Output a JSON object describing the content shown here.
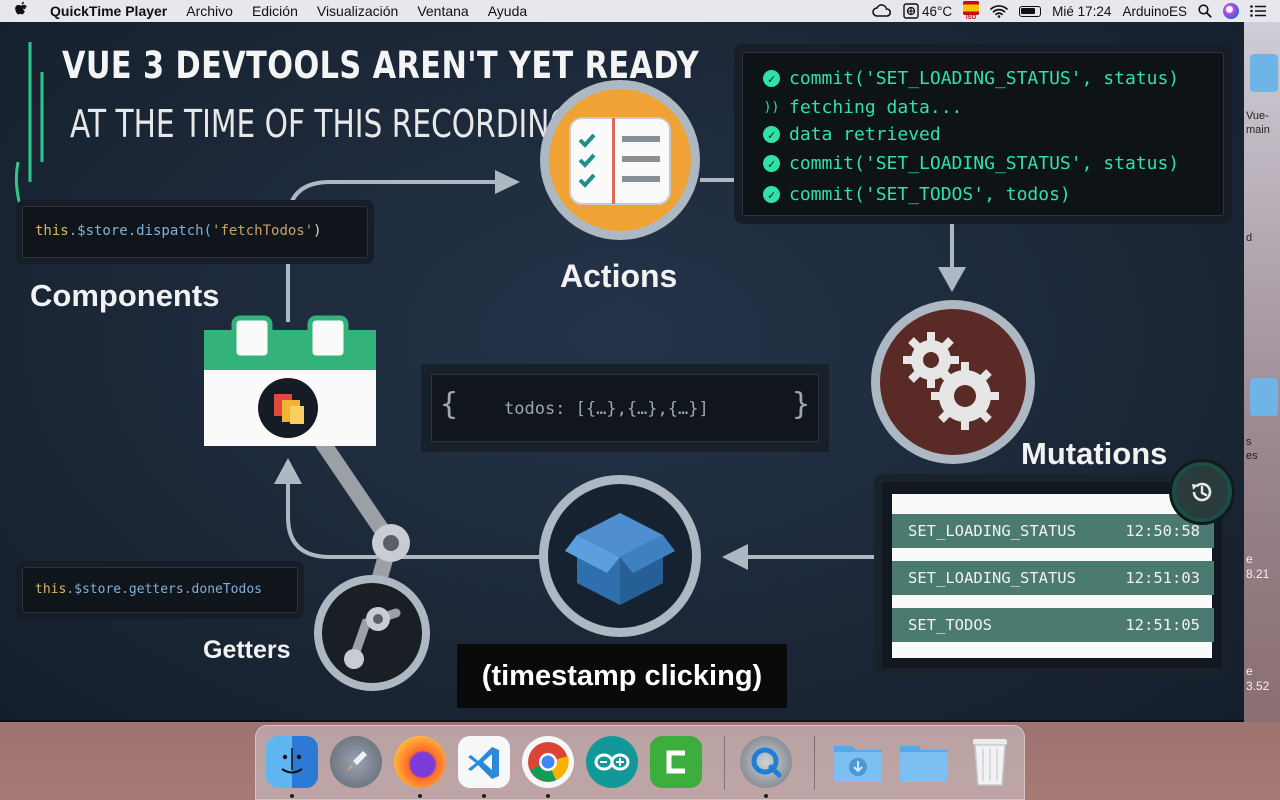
{
  "menubar": {
    "apple_icon": "apple-icon",
    "app_name": "QuickTime Player",
    "menus": [
      "Archivo",
      "Edición",
      "Visualización",
      "Ventana",
      "Ayuda"
    ],
    "status": {
      "temperature": "46°C",
      "input_source": "ISO",
      "datetime": "Mié 17:24",
      "user": "ArduinoES"
    }
  },
  "video": {
    "title_line1": "VUE 3 DEVTOOLS AREN'T YET READY",
    "title_line2": "AT THE TIME OF THIS RECORDING",
    "dispatch_code": {
      "this_kw": "this",
      "store_call": ".$store.dispatch(",
      "arg": "'fetchTodos'",
      "close": ")"
    },
    "getters_code": {
      "this_kw": "this",
      "rest": ".$store.getters.doneTodos"
    },
    "console_lines": [
      {
        "icon": "check-circle-icon",
        "text": "commit('SET_LOADING_STATUS', status)"
      },
      {
        "icon": "rss-icon",
        "text": "fetching data..."
      },
      {
        "icon": "check-circle-icon",
        "text": "data retrieved"
      },
      {
        "icon": "check-circle-icon",
        "text": "commit('SET_LOADING_STATUS', status)"
      },
      {
        "icon": "check-circle-icon",
        "text": "commit('SET_TODOS', todos)"
      }
    ],
    "labels": {
      "actions": "Actions",
      "components": "Components",
      "mutations": "Mutations",
      "getters": "Getters"
    },
    "state": {
      "open": "{",
      "text": "todos: [{…},{…},{…}]",
      "close": "}"
    },
    "mutations": [
      {
        "name": "SET_LOADING_STATUS",
        "time": "12:50:58"
      },
      {
        "name": "SET_LOADING_STATUS",
        "time": "12:51:03"
      },
      {
        "name": "SET_TODOS",
        "time": "12:51:05"
      }
    ],
    "caption": "(timestamp clicking)"
  },
  "desktop_strip": {
    "texts": [
      "Vue-",
      "main",
      "d",
      "s",
      "es",
      "e",
      "8.21",
      "e",
      "3.52"
    ]
  },
  "dock": {
    "apps": [
      {
        "name": "finder-icon"
      },
      {
        "name": "launchpad-icon"
      },
      {
        "name": "firefox-icon"
      },
      {
        "name": "vscode-icon"
      },
      {
        "name": "chrome-icon"
      },
      {
        "name": "arduino-icon"
      },
      {
        "name": "camtasia-icon"
      },
      {
        "name": "quicktime-icon"
      },
      {
        "name": "downloads-folder-icon"
      },
      {
        "name": "folder-icon"
      },
      {
        "name": "trash-icon"
      }
    ]
  },
  "colors": {
    "console_green": "#30e2a5",
    "mutation_row": "#4a7a70",
    "actions_orange": "#f0a234",
    "mutations_red": "#5a2a26",
    "store_blue": "#2f6fae"
  }
}
